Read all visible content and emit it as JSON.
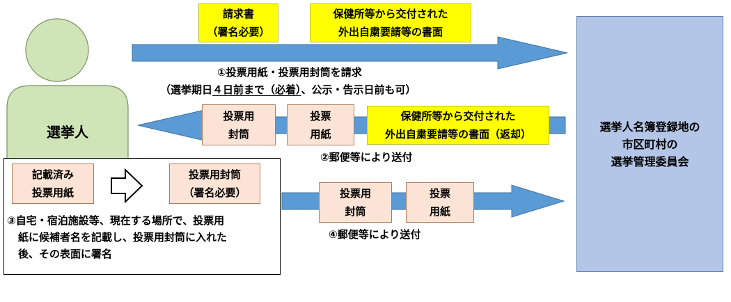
{
  "voter": {
    "label": "選挙人"
  },
  "committee": {
    "lines": [
      "選挙人名簿登録地の",
      "市区町村の",
      "選挙管理委員会"
    ]
  },
  "step1": {
    "request_form": [
      "請求書",
      "（署名必要）"
    ],
    "health_doc": [
      "保健所等から交付された",
      "外出自粛要請等の書面"
    ],
    "caption": "①投票用紙・投票用封筒を請求",
    "deadline_prefix": "（選挙期日",
    "deadline_emph": "４日前まで（必着）",
    "deadline_suffix": "、公示・告示日前も可）"
  },
  "step2": {
    "envelope": [
      "投票用",
      "封筒"
    ],
    "ballot": [
      "投票",
      "用紙"
    ],
    "health_doc_return": [
      "保健所等から交付された",
      "外出自粛要請等の書面（返却）"
    ],
    "caption": "②郵便等により送付"
  },
  "step3": {
    "filled_ballot": [
      "記載済み",
      "投票用紙"
    ],
    "signed_envelope": [
      "投票用封筒",
      "（署名必要）"
    ],
    "desc": [
      "③自宅・宿泊施設等、現在する場所で、投票用",
      "紙に候補者名を記載し、投票用封筒に入れた",
      "後、その表面に署名"
    ]
  },
  "step4": {
    "envelope": [
      "投票用",
      "封筒"
    ],
    "ballot": [
      "投票",
      "用紙"
    ],
    "caption": "④郵便等により送付"
  },
  "colors": {
    "arrow": "#5b9bd5",
    "voter": "#cfe5b8",
    "committee": "#b4c6e7",
    "yellow": "#ffff00",
    "peach": "#fbe4d5"
  }
}
